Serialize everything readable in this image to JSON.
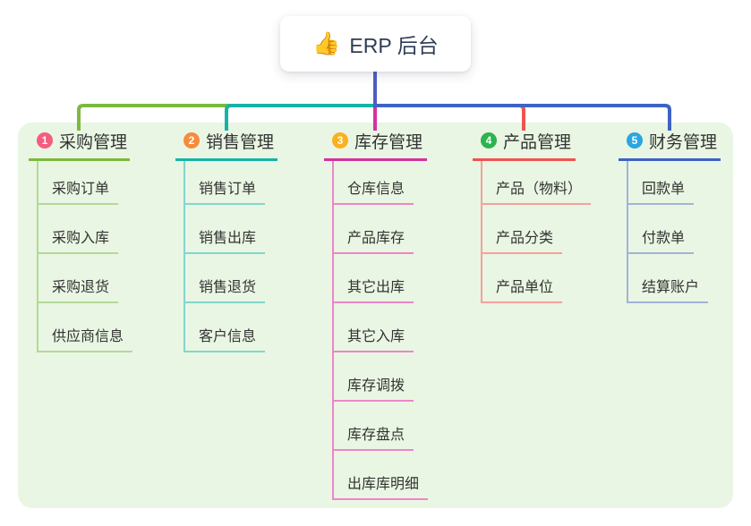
{
  "root": {
    "icon": "👍",
    "label": "ERP 后台"
  },
  "colors": {
    "canvas_bg": "#ffffff",
    "panel_bg": "#e9f6e3",
    "root_line": "#4f5ec1",
    "text": "#333333",
    "root_text": "#2f3c55"
  },
  "branches": [
    {
      "badge": "1",
      "badge_color": "#f65c7d",
      "label": "采购管理",
      "color": "#7cba3f",
      "light_color": "#b4d996",
      "items": [
        "采购订单",
        "采购入库",
        "采购退货",
        "供应商信息"
      ]
    },
    {
      "badge": "2",
      "badge_color": "#f78b3c",
      "label": "销售管理",
      "color": "#17b3a6",
      "light_color": "#82d6cc",
      "items": [
        "销售订单",
        "销售出库",
        "销售退货",
        "客户信息"
      ]
    },
    {
      "badge": "3",
      "badge_color": "#fbb01f",
      "label": "库存管理",
      "color": "#d432a2",
      "light_color": "#ee85c9",
      "items": [
        "仓库信息",
        "产品库存",
        "其它出库",
        "其它入库",
        "库存调拨",
        "库存盘点",
        "出库库明细"
      ]
    },
    {
      "badge": "4",
      "badge_color": "#2eb24e",
      "label": "产品管理",
      "color": "#f0534f",
      "light_color": "#f7a09c",
      "items": [
        "产品（物料）",
        "产品分类",
        "产品单位"
      ]
    },
    {
      "badge": "5",
      "badge_color": "#2aa6e2",
      "label": "财务管理",
      "color": "#3e63c5",
      "light_color": "#a2b3da",
      "items": [
        "回款单",
        "付款单",
        "结算账户"
      ]
    }
  ]
}
